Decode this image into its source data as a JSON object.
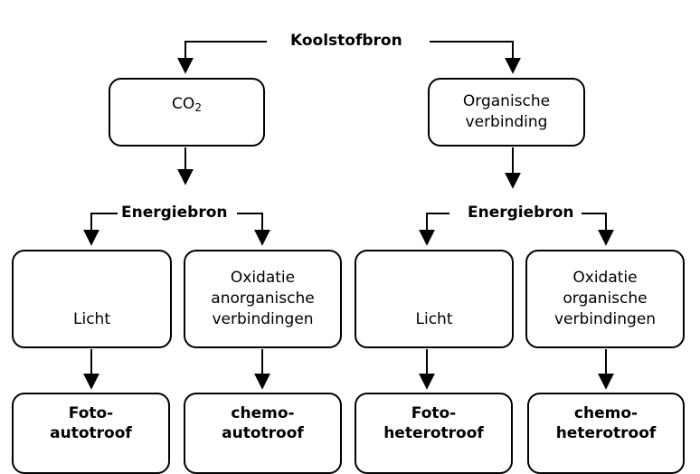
{
  "source": {
    "heading": "Koolstofbron",
    "left_box": {
      "text": "CO",
      "subscript": "2"
    },
    "right_box": {
      "line1": "Organische",
      "line2": "verbinding"
    }
  },
  "energy": {
    "heading_left": "Energiebron",
    "heading_right": "Energiebron"
  },
  "energy_boxes": [
    {
      "text": "Licht"
    },
    {
      "line1": "Oxidatie",
      "line2": "anorganische",
      "line3": "verbindingen"
    },
    {
      "text": "Licht"
    },
    {
      "line1": "Oxidatie",
      "line2": "organische",
      "line3": "verbindingen"
    }
  ],
  "results": [
    {
      "line1": "Foto-",
      "line2": "autotroof"
    },
    {
      "line1": "chemo-",
      "line2": "autotroof"
    },
    {
      "line1": "Foto-",
      "line2": "heterotroof"
    },
    {
      "line1": "chemo-",
      "line2": "heterotroof"
    }
  ]
}
